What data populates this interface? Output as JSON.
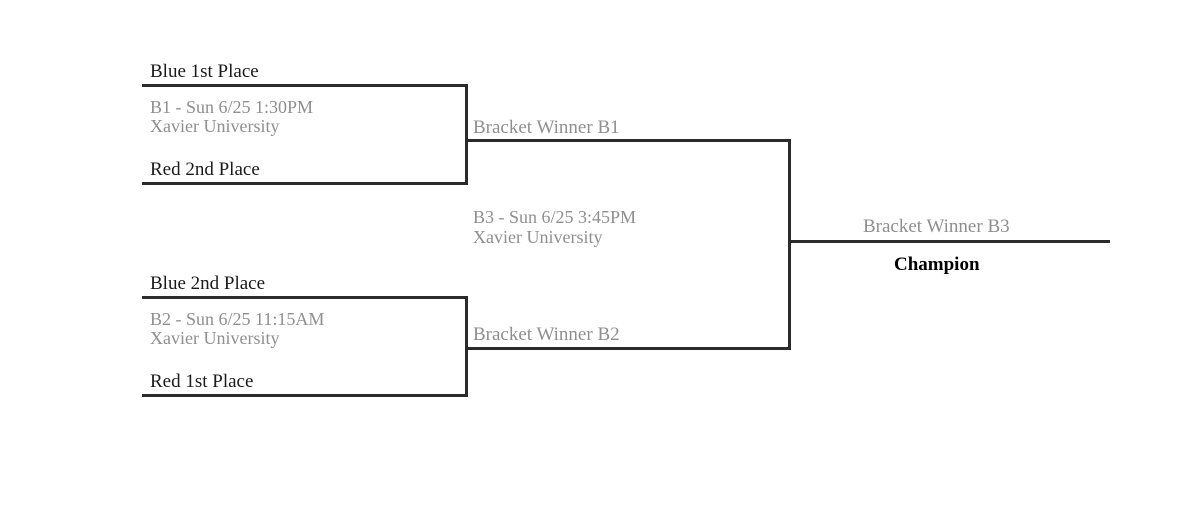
{
  "round1": {
    "game_b1": {
      "team_top": "Blue 1st Place",
      "game_label": "B1 - Sun 6/25 1:30PM",
      "venue": "Xavier University",
      "team_bottom": "Red 2nd Place"
    },
    "game_b2": {
      "team_top": "Blue 2nd Place",
      "game_label": "B2 - Sun 6/25 11:15AM",
      "venue": "Xavier University",
      "team_bottom": "Red 1st Place"
    }
  },
  "round2": {
    "winner_b1": "Bracket Winner B1",
    "winner_b2": "Bracket Winner B2",
    "game_b3": {
      "game_label": "B3 - Sun 6/25 3:45PM",
      "venue": "Xavier University"
    }
  },
  "final": {
    "winner_b3": "Bracket Winner B3",
    "champion_label": "Champion"
  }
}
